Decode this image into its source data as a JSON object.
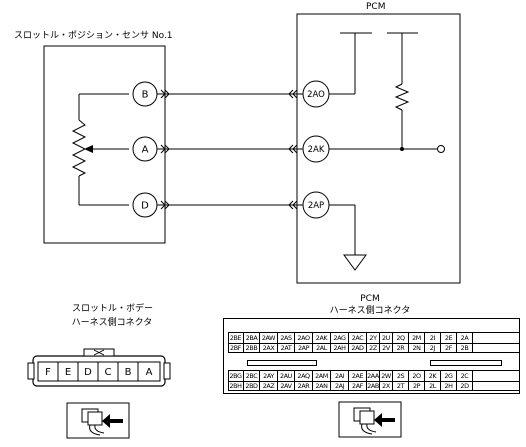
{
  "sensor": {
    "title": "スロットル・ポジション・センサ No.1",
    "pins": [
      "B",
      "A",
      "D"
    ]
  },
  "pcm": {
    "title": "PCM",
    "pins": [
      "2AO",
      "2AK",
      "2AP"
    ]
  },
  "left_connector": {
    "title1": "スロットル・ボデー",
    "title2": "ハーネス側コネクタ",
    "pins": [
      "F",
      "E",
      "D",
      "C",
      "B",
      "A"
    ]
  },
  "right_connector": {
    "title1": "PCM",
    "title2": "ハーネス側コネクタ",
    "upper": {
      "row1": [
        "2BE",
        "2BA",
        "2AW",
        "2AS",
        "2AO",
        "2AK",
        "2AG",
        "2AC",
        "2Y",
        "2U",
        "2Q",
        "2M",
        "2I",
        "2E",
        "2A"
      ],
      "row2": [
        "2BF",
        "2BB",
        "2AX",
        "2AT",
        "2AP",
        "2AL",
        "2AH",
        "2AD",
        "2Z",
        "2V",
        "2R",
        "2N",
        "2J",
        "2F",
        "2B"
      ]
    },
    "lower": {
      "row1": [
        "2BG",
        "2BC",
        "2AY",
        "2AU",
        "2AQ",
        "2AM",
        "2AI",
        "2AE",
        "2AA",
        "2W",
        "2S",
        "2O",
        "2K",
        "2G",
        "2C"
      ],
      "row2": [
        "2BH",
        "2BD",
        "2AZ",
        "2AV",
        "2AR",
        "2AN",
        "2AJ",
        "2AF",
        "2AB",
        "2X",
        "2T",
        "2P",
        "2L",
        "2H",
        "2D"
      ]
    }
  }
}
